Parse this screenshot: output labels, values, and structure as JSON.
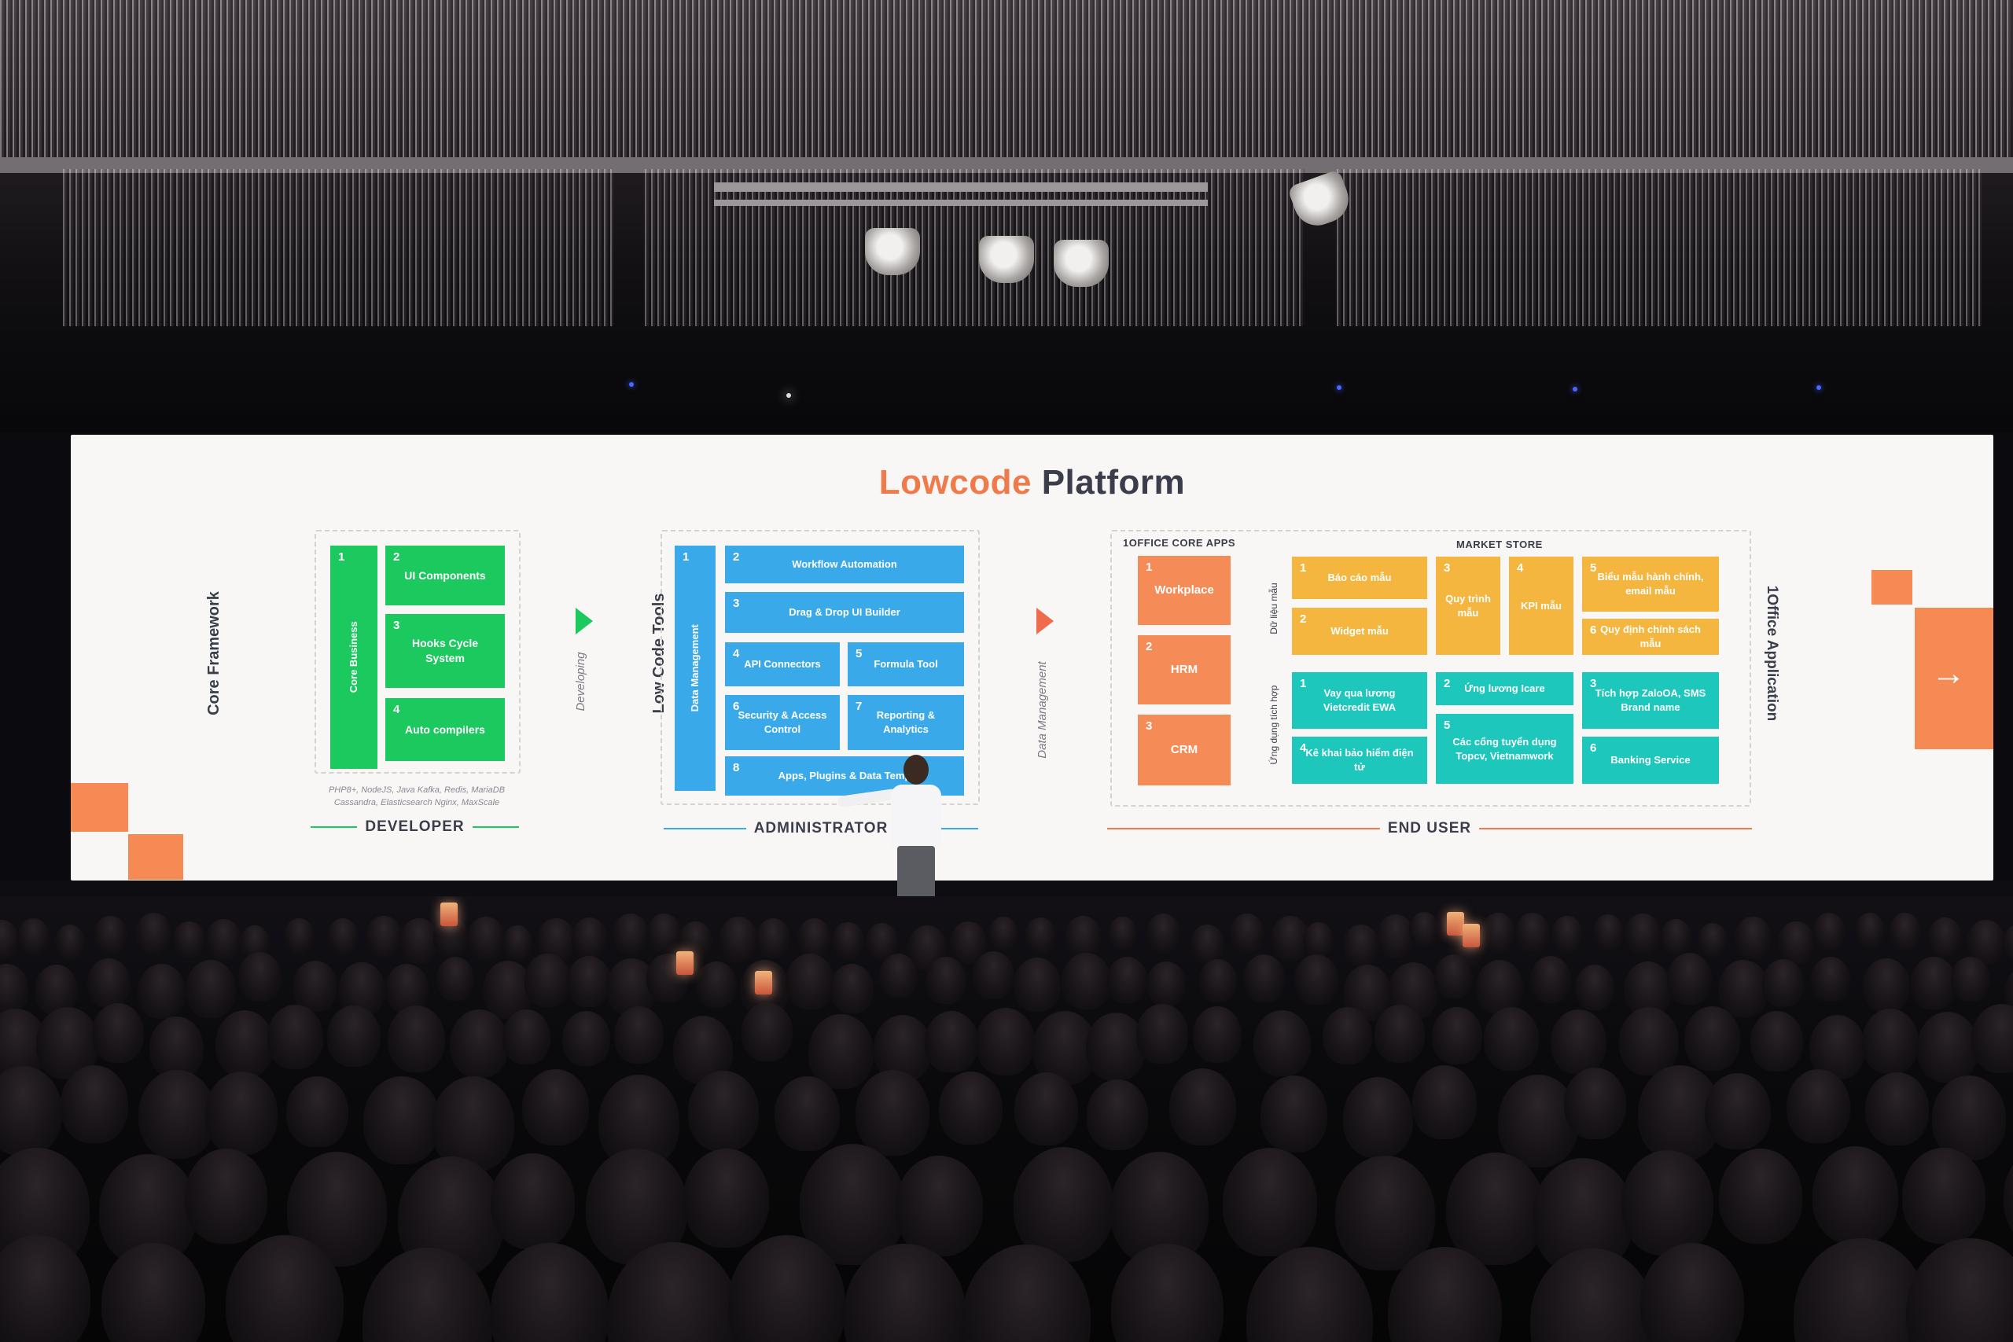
{
  "title": {
    "accent": "Lowcode",
    "rest": " Platform"
  },
  "developer": {
    "side_label": "Core Framework",
    "boxes": [
      {
        "num": "1",
        "label": "Core Business"
      },
      {
        "num": "2",
        "label": "UI Components"
      },
      {
        "num": "3",
        "label": "Hooks Cycle System"
      },
      {
        "num": "4",
        "label": "Auto compilers"
      }
    ],
    "tech_note_1": "PHP8+, NodeJS, Java Kafka, Redis, MariaDB",
    "tech_note_2": "Cassandra, Elasticsearch Nginx, MaxScale",
    "role": "DEVELOPER",
    "transition": "Developing"
  },
  "administrator": {
    "side_label": "Low Code Tools",
    "boxes": [
      {
        "num": "1",
        "label": "Data Management"
      },
      {
        "num": "2",
        "label": "Workflow Automation"
      },
      {
        "num": "3",
        "label": "Drag & Drop UI Builder"
      },
      {
        "num": "4",
        "label": "API Connectors"
      },
      {
        "num": "5",
        "label": "Formula Tool"
      },
      {
        "num": "6",
        "label": "Security & Access Control"
      },
      {
        "num": "7",
        "label": "Reporting & Analytics"
      },
      {
        "num": "8",
        "label": "Apps, Plugins & Data Temp"
      }
    ],
    "role": "ADMINISTRATOR",
    "transition": "Data Management"
  },
  "end_user": {
    "core_apps_heading": "1OFFICE CORE APPS",
    "market_store_heading": "MARKET STORE",
    "core_apps": [
      {
        "num": "1",
        "label": "Workplace"
      },
      {
        "num": "2",
        "label": "HRM"
      },
      {
        "num": "3",
        "label": "CRM"
      }
    ],
    "group_data_label": "Dữ liệu mẫu",
    "group_integration_label": "Ứng dụng tích hợp",
    "data_templates": [
      {
        "num": "1",
        "label": "Báo cáo mẫu"
      },
      {
        "num": "2",
        "label": "Widget mẫu"
      },
      {
        "num": "3",
        "label": "Quy trình mẫu"
      },
      {
        "num": "4",
        "label": "KPI mẫu"
      },
      {
        "num": "5",
        "label": "Biểu mẫu hành chính, email mẫu"
      },
      {
        "num": "6",
        "label": "Quy định chính sách mẫu"
      }
    ],
    "integrations": [
      {
        "num": "1",
        "label": "Vay qua lương Vietcredit EWA"
      },
      {
        "num": "2",
        "label": "Ứng lương Icare"
      },
      {
        "num": "3",
        "label": "Tích hợp ZaloOA, SMS Brand name"
      },
      {
        "num": "4",
        "label": "Kê khai bảo hiểm điện tử"
      },
      {
        "num": "5",
        "label": "Các cổng tuyển dụng Topcv, Vietnamwork"
      },
      {
        "num": "6",
        "label": "Banking Service"
      }
    ],
    "side_label": "1Office Application",
    "role": "END USER",
    "next_arrow": "→"
  },
  "colors": {
    "accent_orange": "#ef7a4a",
    "dark_text": "#3b3d4a",
    "green": "#1bc95e",
    "blue": "#3aa9ea",
    "orange": "#f58c57",
    "yellow": "#f4b63e",
    "teal": "#1ec7bc"
  }
}
